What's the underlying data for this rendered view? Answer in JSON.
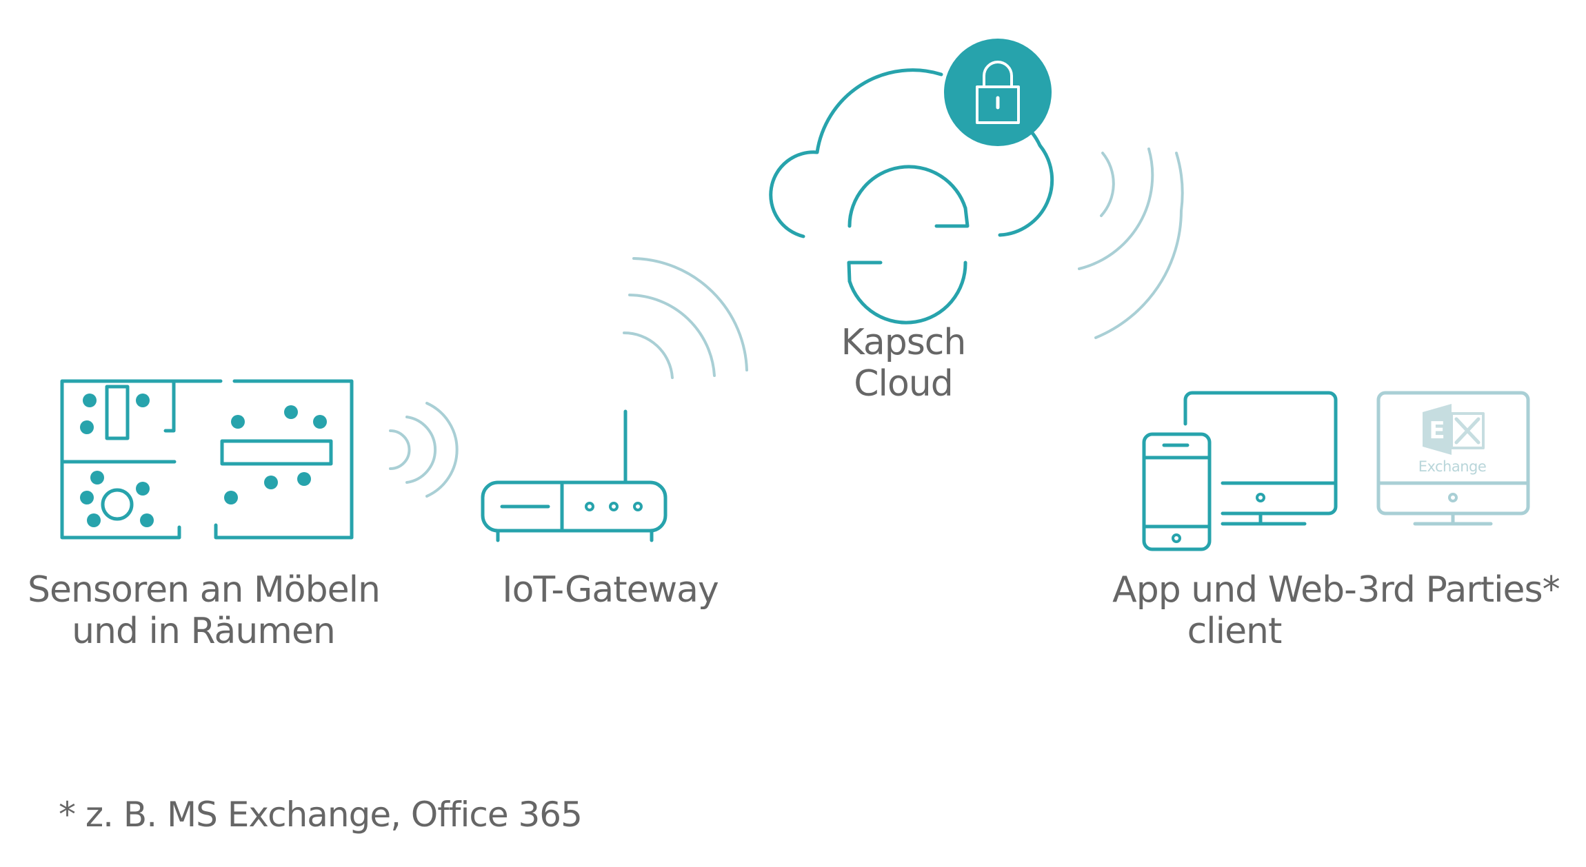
{
  "colors": {
    "teal": "#27a3ac",
    "teal_light": "#a9cfd5",
    "exchange_light": "#c6dde0",
    "text": "#666666"
  },
  "nodes": {
    "sensors": {
      "line1": "Sensoren an Möbeln",
      "line2": "und in Räumen",
      "icon": "floorplan-icon"
    },
    "gateway": {
      "line1": "IoT-Gateway",
      "icon": "router-icon"
    },
    "cloud": {
      "line1": "Kapsch",
      "line2": "Cloud",
      "icon": "cloud-sync-icon",
      "badge_icon": "lock-icon"
    },
    "app": {
      "line1": "App und Web-",
      "line2": "client",
      "icon": "phone-monitor-icon"
    },
    "third_parties": {
      "line1": "3rd Parties*",
      "icon": "exchange-monitor-icon",
      "logo_text": "Exchange",
      "logo_letter": "E"
    }
  },
  "footnote": "* z. B. MS Exchange, Office 365"
}
